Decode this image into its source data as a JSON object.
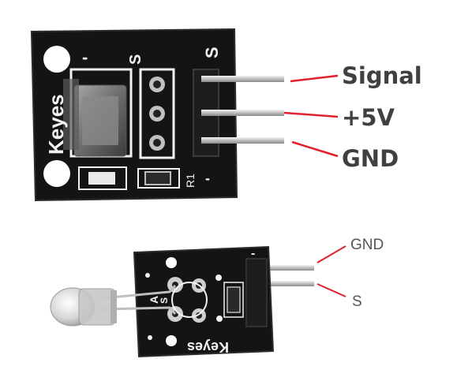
{
  "top_module": {
    "brand": "Keyes",
    "silk_minus": "-",
    "silk_s": "S",
    "silk_s_right": "S",
    "silk_r1": "R1",
    "silk_minus_bottom": "-",
    "callouts": [
      "Signal",
      "+5V",
      "GND"
    ],
    "callout_color": "#e0202a",
    "text_color": "#404040"
  },
  "bottom_module": {
    "brand": "Keyes",
    "silk_a": "A",
    "silk_s": "S",
    "silk_minus": "-",
    "callouts": [
      "GND",
      "S"
    ],
    "callout_color": "#e0202a",
    "text_color": "#555555"
  },
  "colors": {
    "pcb": "#141416",
    "silkscreen": "#f2f2f2",
    "pin": "#c9c9c9",
    "header": "#1d1d1d"
  }
}
